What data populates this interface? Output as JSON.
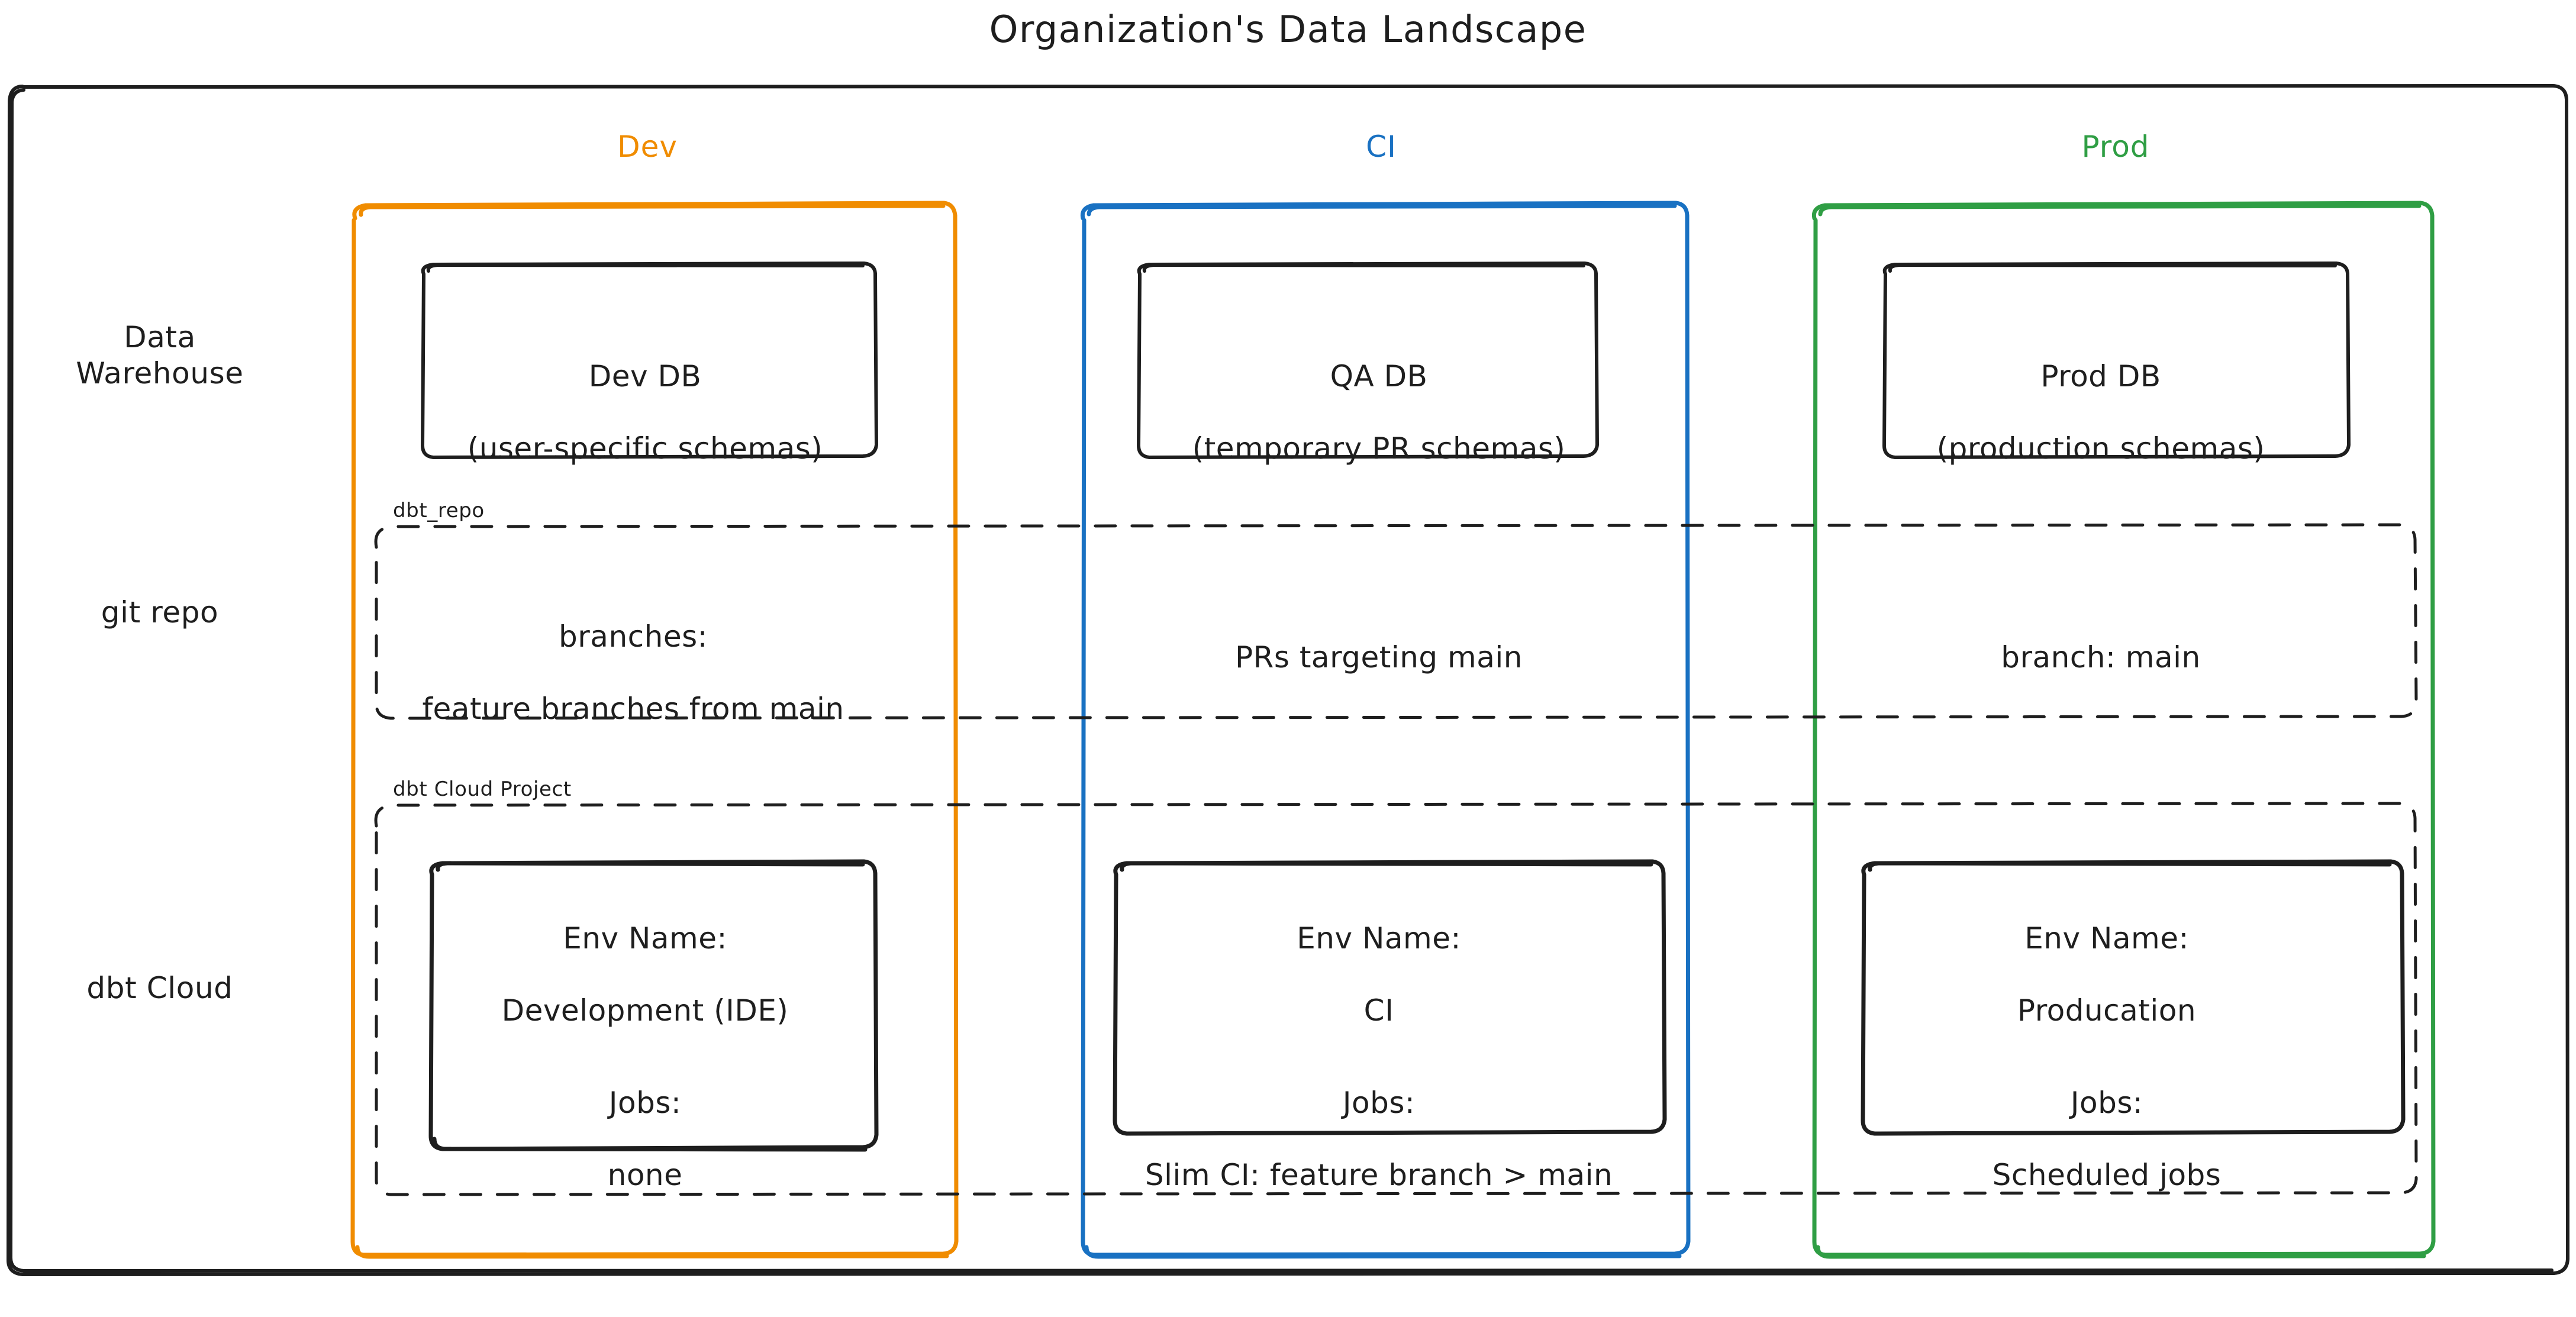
{
  "diagram": {
    "title": "Organization's Data Landscape",
    "type": "architecture-matrix",
    "columns": [
      {
        "key": "dev",
        "label": "Dev",
        "color": "#f08c00"
      },
      {
        "key": "ci",
        "label": "CI",
        "color": "#1971c2"
      },
      {
        "key": "prod",
        "label": "Prod",
        "color": "#2f9e44"
      }
    ],
    "rows": [
      {
        "key": "data_warehouse",
        "label": "Data\nWarehouse"
      },
      {
        "key": "git_repo",
        "label": "git repo"
      },
      {
        "key": "dbt_cloud",
        "label": "dbt Cloud"
      }
    ],
    "bands": [
      {
        "key": "dbt_repo",
        "title": "dbt_repo",
        "style": "dashed"
      },
      {
        "key": "dbt_cloud_project",
        "title": "dbt Cloud Project",
        "style": "dashed"
      }
    ],
    "cells": {
      "data_warehouse": {
        "dev": {
          "line1": "Dev DB",
          "line2": "(user-specific schemas)"
        },
        "ci": {
          "line1": "QA DB",
          "line2": "(temporary PR schemas)"
        },
        "prod": {
          "line1": "Prod DB",
          "line2": "(production schemas)"
        }
      },
      "git_repo": {
        "dev": {
          "line1": "branches:",
          "line2": "feature branches from main"
        },
        "ci": {
          "line1": "PRs targeting main",
          "line2": ""
        },
        "prod": {
          "line1": "branch: main",
          "line2": ""
        }
      },
      "dbt_cloud": {
        "dev": {
          "env_label": "Env Name:",
          "env_value": "Development (IDE)",
          "jobs_label": "Jobs:",
          "jobs_value": "none"
        },
        "ci": {
          "env_label": "Env Name:",
          "env_value": "CI",
          "jobs_label": "Jobs:",
          "jobs_value": "Slim CI: feature branch > main"
        },
        "prod": {
          "env_label": "Env Name:",
          "env_value": "Producation",
          "jobs_label": "Jobs:",
          "jobs_value": "Scheduled jobs"
        }
      }
    },
    "colors": {
      "stroke": "#1e1e1e",
      "dev": "#f08c00",
      "ci": "#1971c2",
      "prod": "#2f9e44",
      "background": "#ffffff"
    }
  }
}
